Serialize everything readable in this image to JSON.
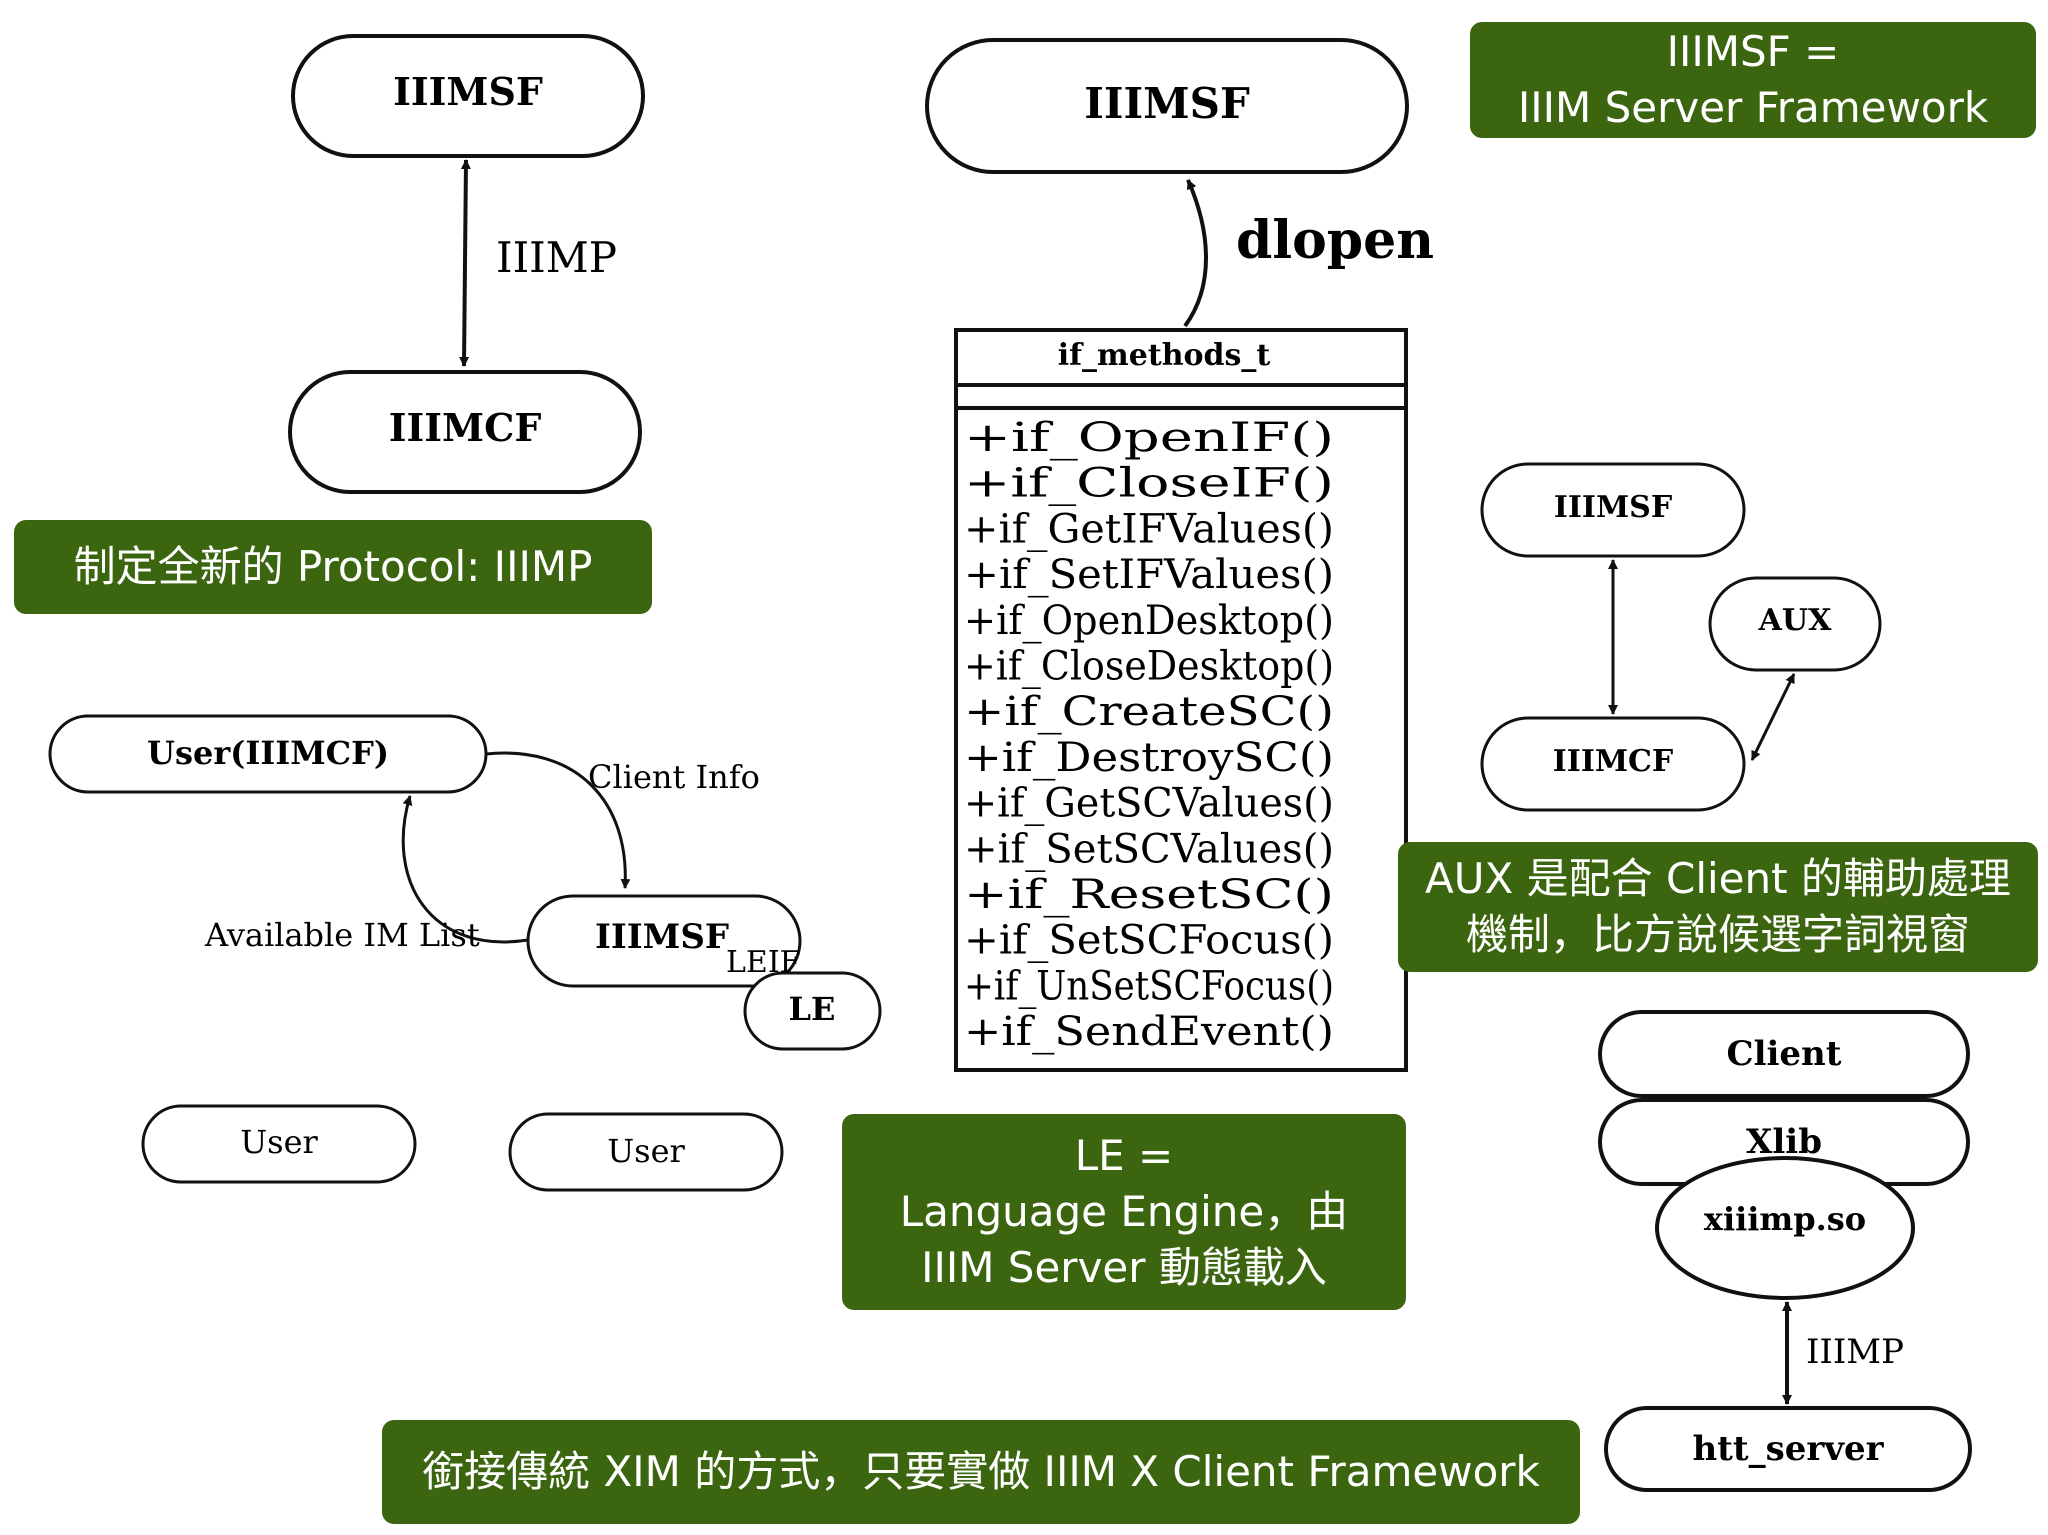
{
  "diagram_a": {
    "top_node": "IIIMSF",
    "bottom_node": "IIIMCF",
    "edge_label": "IIIMP"
  },
  "note_protocol": "制定全新的 Protocol: IIIMP",
  "diagram_b": {
    "user_node": "User(IIIMCF)",
    "client_info": "Client Info",
    "available_list": "Available IM List",
    "server_node": "IIIMSF",
    "leif_label": "LEIF",
    "le_node": "LE",
    "user_left": "User",
    "user_right": "User"
  },
  "diagram_c": {
    "top_node": "IIIMSF",
    "edge_label": "dlopen",
    "class_name": "if_methods_t",
    "methods": [
      "+if_OpenIF()",
      "+if_CloseIF()",
      "+if_GetIFValues()",
      "+if_SetIFValues()",
      "+if_OpenDesktop()",
      "+if_CloseDesktop()",
      "+if_CreateSC()",
      "+if_DestroySC()",
      "+if_GetSCValues()",
      "+if_SetSCValues()",
      "+if_ResetSC()",
      "+if_SetSCFocus()",
      "+if_UnSetSCFocus()",
      "+if_SendEvent()"
    ]
  },
  "note_le": "LE =\nLanguage Engine，由\nIIIM Server 動態載入",
  "note_iiimsf": "IIIMSF =\nIIIM Server Framework",
  "diagram_d": {
    "top_node": "IIIMSF",
    "aux_node": "AUX",
    "bottom_node": "IIIMCF"
  },
  "note_aux": "AUX 是配合 Client 的輔助處理\n機制，比方說候選字詞視窗",
  "diagram_e": {
    "client_node": "Client",
    "xlib_node": "Xlib",
    "xiiimp_node": "xiiimp.so",
    "edge_label": "IIIMP",
    "server_node": "htt_server"
  },
  "note_xim": "銜接傳統 XIM 的方式，只要實做 IIIM X Client Framework",
  "colors": {
    "note_background": "#3c6510",
    "note_text": "#ffffff",
    "line": "#111111"
  }
}
